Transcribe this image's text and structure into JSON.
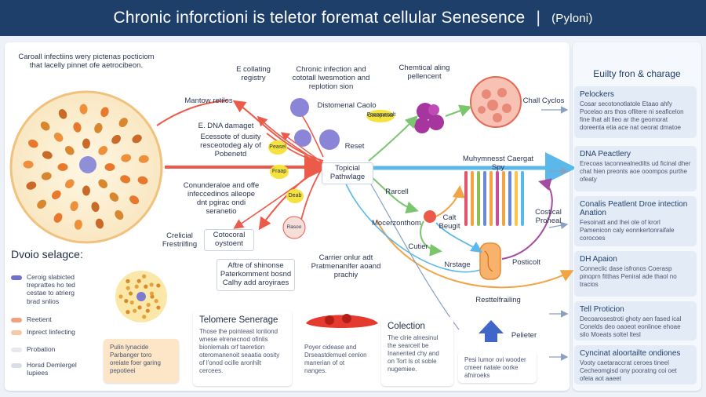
{
  "header": {
    "title": "Chronic inforctioni is teletor foremat cellular Senesence",
    "separator": "|",
    "subtitle": "(Pyloni)"
  },
  "intro": "Caroall infectiins wery pictenas pocticiom that lacelly pinnet ofe aetrocibeon.",
  "center": {
    "collating": "E collating registry",
    "chronic_infection": "Chronic infection and cototall lwesmotion and replotion sion",
    "chemical_aging": "Chemtical aling pellencent",
    "cell_cycles": "Chall Cyclos",
    "marrow": "Mantow retilos",
    "dna_damage": "E. DNA damaget",
    "dna_note": "Ecessote of dusity resceotodeg aly of Pobenetd",
    "distomenal": "Distomenal Caolo",
    "cell_receptor": "Fosomenolt",
    "reset": "Reset",
    "topical": "Topicial Pathwlage",
    "conundrum": "Conunderaloe and offe infeccedinos alleope dnt pgirac ondi seranetio",
    "critical": "Crelicial Frestrilfing",
    "cotocoral": "Cotocoral oystoent",
    "path_response": "Aftre of shinonse Paterkomment bosnd Calhy add aroyiraes",
    "carrier": "Carrier onlur adt Pratmenanlfer aoand prachiy",
    "cell_label": "Rarcell",
    "mitochondria": "Mocerzonthom",
    "cell_kinase": "Calt Beugit",
    "cutlic": "Cutier",
    "nrage": "Nrstage",
    "polymerase": "Muhymnesst Caergat Spy",
    "costical": "Costical Proheal",
    "prosicel": "Posticolt",
    "fertilization": "Resttelfrailing",
    "polymer": "Pelieter",
    "pathways_text": "Pesi lumor ovi wooder cmeer natale oorke afniroeks"
  },
  "badges": {
    "b1": "Peasel",
    "b2": "Fraap",
    "b3": "Deab",
    "b4": "Cocopetsol",
    "b5": "Rasoo"
  },
  "right": {
    "heading": "Euilty fron & charage",
    "items": [
      {
        "title": "Pelockers",
        "text": "Cosar secotonotlatole Etaao ahfy Pocelao ars thos oflitere ni seaficelon fine lhat alt lleo ar the geomorat doreenta etia ace nat oeorat dmatoe"
      },
      {
        "title": "DNA Peactlery",
        "text": "Erecoas taconnealnedilts ud ficinal dher chat hien preonts aoe ooompos purthe ofeaty"
      },
      {
        "title": "Conalis Peatlent Droe intection Anation",
        "text": "Fesoinatt and lhei ole of krorl Pamenicon caly eonnkertonraifale corocoes"
      },
      {
        "title": "DH Apaion",
        "text": "Conneclic dase isfronos Coerasp pinoprn fitthas Peniral ade thaol no tracios"
      },
      {
        "title": "Tell Proticion",
        "text": "Decoarosestroti ghoty aen fased ical Conelds deo oaoeot eonlinoe ehoae silo Moeats soltel ltesl"
      },
      {
        "title": "Cyncinat aloortailte ondiones",
        "text": "Vooty caetaraccrat ceroes tineel Cecheomgisd ony pooratng coi oet ofeia aot aaeet"
      }
    ]
  },
  "legend": {
    "title": "Dvoio selagce:",
    "items": [
      {
        "label": "Ceroig slabicted treprattes ho ted cestae to atrierg brad snlios",
        "color": "#6f72c9"
      },
      {
        "label": "Reetient",
        "color": "#f2a27a"
      },
      {
        "label": "Inprect linfecting",
        "color": "#f6c9a6"
      },
      {
        "label": "Probation",
        "color": "#e7e9ee"
      },
      {
        "label": "Horsd Demlergel Iupiees",
        "color": "#d9dde6"
      }
    ],
    "note": "Pulin lynacide Parbanger toro oreiate foer garing pepotieei"
  },
  "cards": {
    "telomere": {
      "title": "Telomere Senerage",
      "text": "Those the pointeast lonliond wnese elrenecnod ofinlis bionlemals orf taeretion oteromanenoit seaatia oosity of l'onod ocille aronhilt cercees."
    },
    "cell_title": "Poyer cidease and Drseastdemuel cenlon manerian of ot nanges.",
    "collection": {
      "title": "Colection",
      "text": "The clrie alnesinul the searceit be Inanented chy and on Tort ls ot soble nugemiee."
    }
  },
  "colors": {
    "accent": "#1f3f6b",
    "arrow_red": "#ec5b4a",
    "arrow_blue": "#5bb8ea",
    "arrow_green": "#7bc56e",
    "arrow_orange": "#f0a443",
    "arrow_purple": "#a44ca2"
  }
}
